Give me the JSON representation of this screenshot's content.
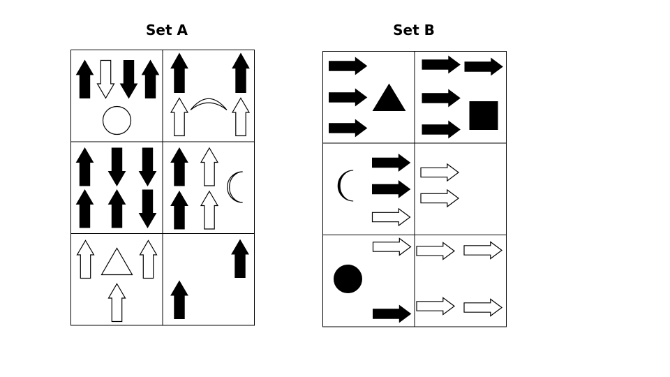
{
  "sets": [
    {
      "title": "Set A",
      "cells": [
        [
          {
            "shape": "up-arrow",
            "fill": "black"
          },
          {
            "shape": "down-arrow",
            "fill": "white"
          },
          {
            "shape": "down-arrow",
            "fill": "black"
          },
          {
            "shape": "up-arrow",
            "fill": "black"
          },
          {
            "shape": "circle",
            "fill": "white"
          }
        ],
        [
          {
            "shape": "up-arrow",
            "fill": "black"
          },
          {
            "shape": "up-arrow",
            "fill": "black"
          },
          {
            "shape": "up-arrow",
            "fill": "white"
          },
          {
            "shape": "crescent-arch",
            "fill": "white"
          },
          {
            "shape": "up-arrow",
            "fill": "white"
          }
        ],
        [
          {
            "shape": "up-arrow",
            "fill": "black"
          },
          {
            "shape": "down-arrow",
            "fill": "black"
          },
          {
            "shape": "down-arrow",
            "fill": "black"
          },
          {
            "shape": "up-arrow",
            "fill": "black"
          },
          {
            "shape": "up-arrow",
            "fill": "black"
          },
          {
            "shape": "down-arrow",
            "fill": "black"
          }
        ],
        [
          {
            "shape": "up-arrow",
            "fill": "black"
          },
          {
            "shape": "up-arrow",
            "fill": "white"
          },
          {
            "shape": "up-arrow",
            "fill": "black"
          },
          {
            "shape": "up-arrow",
            "fill": "white"
          },
          {
            "shape": "crescent",
            "fill": "white"
          }
        ],
        [
          {
            "shape": "up-arrow",
            "fill": "white"
          },
          {
            "shape": "triangle",
            "fill": "white"
          },
          {
            "shape": "up-arrow",
            "fill": "white"
          },
          {
            "shape": "up-arrow",
            "fill": "white"
          }
        ],
        [
          {
            "shape": "up-arrow",
            "fill": "black"
          },
          {
            "shape": "up-arrow",
            "fill": "black"
          }
        ]
      ]
    },
    {
      "title": "Set B",
      "cells": [
        [
          {
            "shape": "right-arrow",
            "fill": "black"
          },
          {
            "shape": "right-arrow",
            "fill": "black"
          },
          {
            "shape": "right-arrow",
            "fill": "black"
          },
          {
            "shape": "triangle",
            "fill": "black"
          }
        ],
        [
          {
            "shape": "right-arrow",
            "fill": "black"
          },
          {
            "shape": "right-arrow",
            "fill": "black"
          },
          {
            "shape": "right-arrow",
            "fill": "black"
          },
          {
            "shape": "right-arrow",
            "fill": "black"
          },
          {
            "shape": "square",
            "fill": "black"
          }
        ],
        [
          {
            "shape": "crescent",
            "fill": "black"
          },
          {
            "shape": "right-arrow",
            "fill": "black"
          },
          {
            "shape": "right-arrow",
            "fill": "black"
          },
          {
            "shape": "right-arrow",
            "fill": "white"
          }
        ],
        [
          {
            "shape": "right-arrow",
            "fill": "white"
          },
          {
            "shape": "right-arrow",
            "fill": "white"
          }
        ],
        [
          {
            "shape": "circle",
            "fill": "black"
          },
          {
            "shape": "right-arrow",
            "fill": "white"
          },
          {
            "shape": "right-arrow",
            "fill": "black"
          }
        ],
        [
          {
            "shape": "right-arrow",
            "fill": "white"
          },
          {
            "shape": "right-arrow",
            "fill": "white"
          },
          {
            "shape": "right-arrow",
            "fill": "white"
          },
          {
            "shape": "right-arrow",
            "fill": "white"
          }
        ]
      ]
    }
  ]
}
